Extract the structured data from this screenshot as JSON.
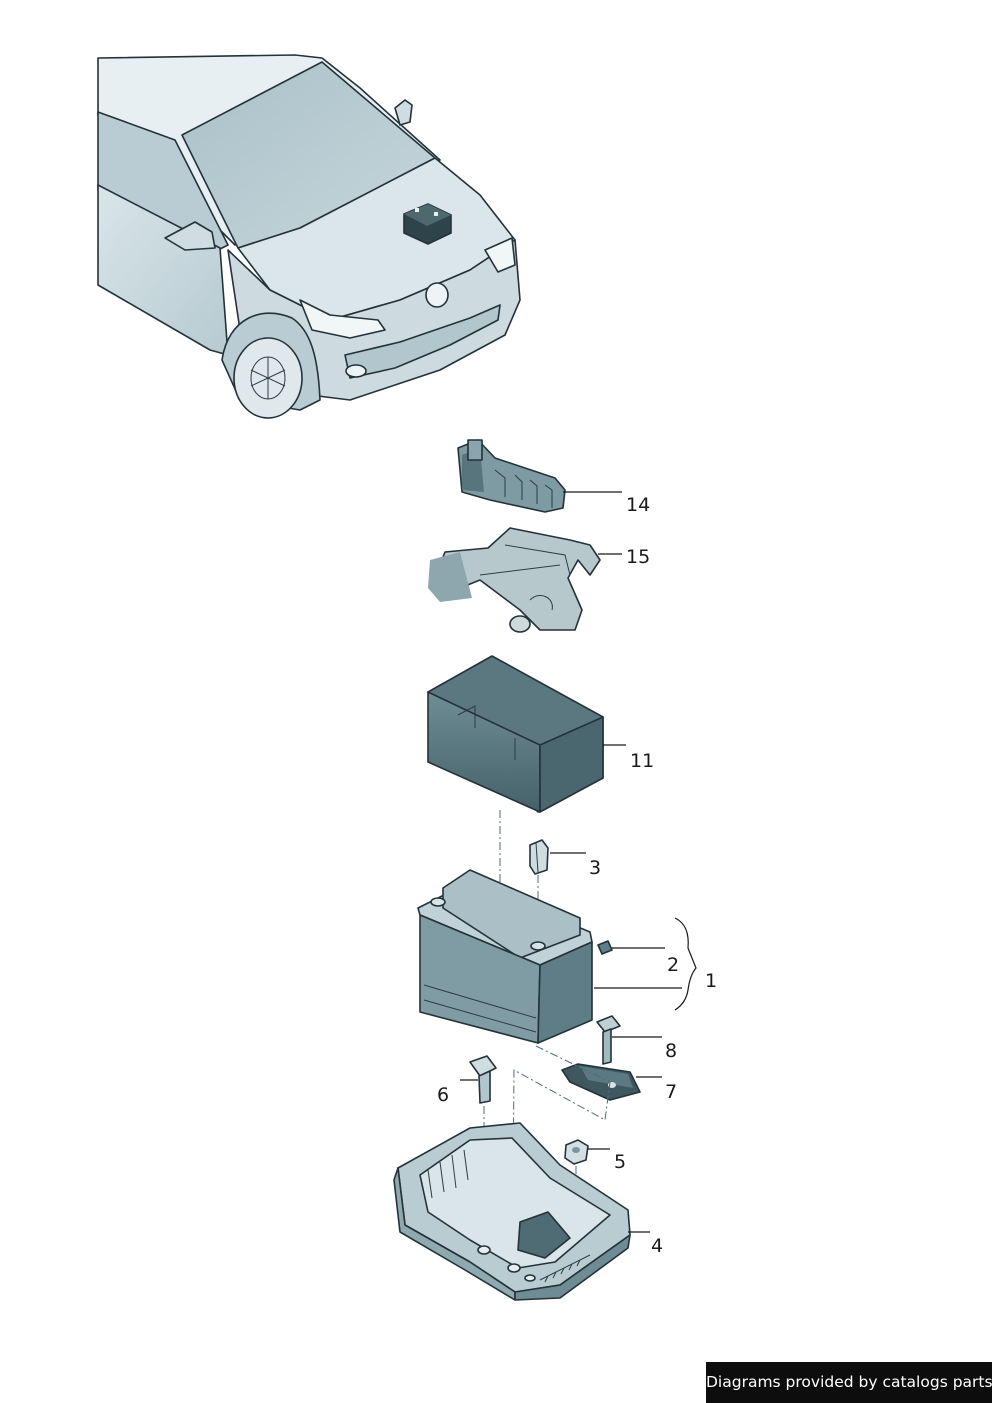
{
  "diagram": {
    "parts": [
      {
        "id": "part-14",
        "callout": "14"
      },
      {
        "id": "part-15",
        "callout": "15"
      },
      {
        "id": "part-11",
        "callout": "11"
      },
      {
        "id": "part-3",
        "callout": "3"
      },
      {
        "id": "part-2",
        "callout": "2"
      },
      {
        "id": "part-1",
        "callout": "1"
      },
      {
        "id": "part-8",
        "callout": "8"
      },
      {
        "id": "part-7",
        "callout": "7"
      },
      {
        "id": "part-6",
        "callout": "6"
      },
      {
        "id": "part-5",
        "callout": "5"
      },
      {
        "id": "part-4",
        "callout": "4"
      }
    ]
  },
  "footer": {
    "credit": "Diagrams provided by catalogs parts"
  },
  "colors": {
    "body_light": "#e6eef0",
    "body_mid": "#c5d6dc",
    "body_dark": "#94b0ba",
    "part_dark": "#4c6a72",
    "part_mid": "#6e8c94",
    "outline": "#24323a"
  }
}
